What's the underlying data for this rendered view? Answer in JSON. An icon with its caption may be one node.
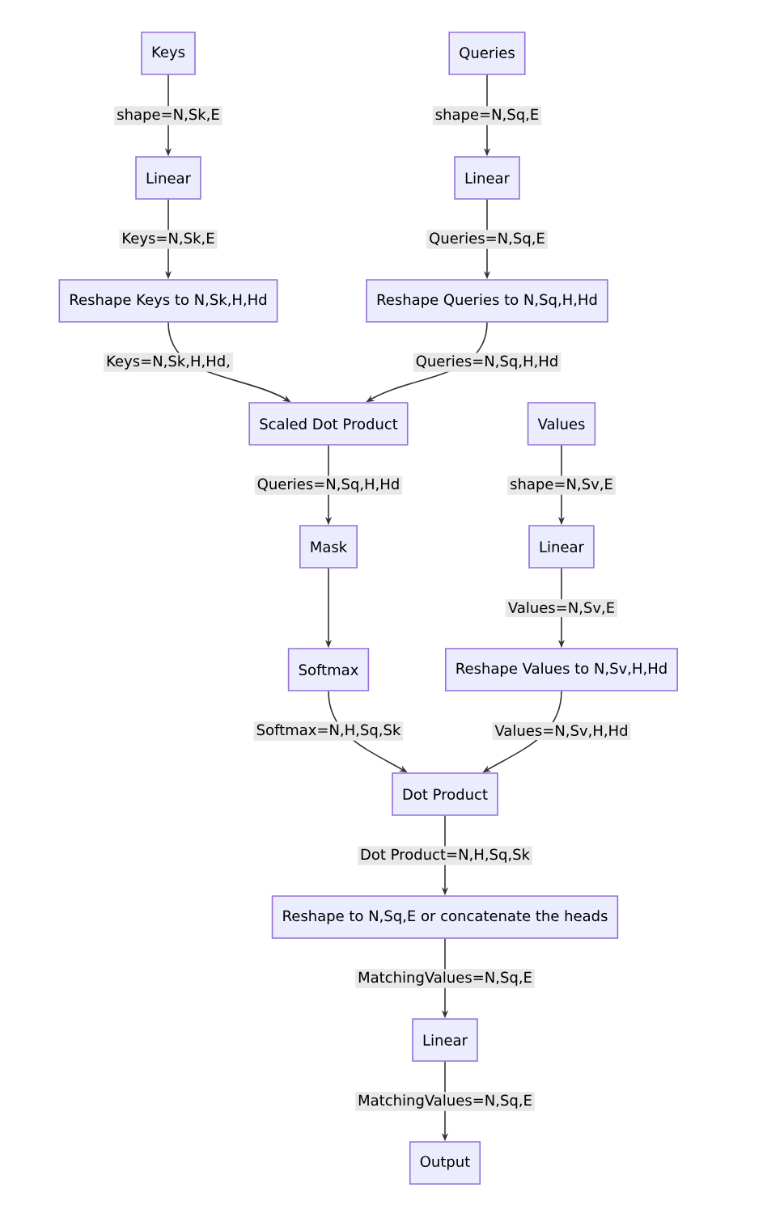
{
  "diagram": {
    "nodes": [
      {
        "text": [
          "Keys"
        ]
      },
      {
        "text": [
          "Queries"
        ]
      },
      {
        "text": [
          "Linear"
        ]
      },
      {
        "text": [
          "Linear"
        ]
      },
      {
        "text": [
          "Reshape Keys to N,Sk,H,Hd"
        ]
      },
      {
        "text": [
          "Reshape Queries to N,Sq,H,Hd"
        ]
      },
      {
        "text": [
          "Scaled Dot Product"
        ]
      },
      {
        "text": [
          "Values"
        ]
      },
      {
        "text": [
          "Mask"
        ]
      },
      {
        "text": [
          "Linear"
        ]
      },
      {
        "text": [
          "Softmax"
        ]
      },
      {
        "text": [
          "Reshape Values to N,Sv,H,Hd"
        ]
      },
      {
        "text": [
          "Dot Product"
        ]
      },
      {
        "text": [
          "Reshape to N,Sq,E or concatenate the heads"
        ]
      },
      {
        "text": [
          "Linear"
        ]
      },
      {
        "text": [
          "Output"
        ]
      }
    ],
    "edges": [
      {
        "from": 0,
        "to": 2,
        "arrow": "to",
        "label": "shape=N,Sk,E"
      },
      {
        "from": 1,
        "to": 3,
        "arrow": "to",
        "label": "shape=N,Sq,E"
      },
      {
        "from": 2,
        "to": 4,
        "arrow": "to",
        "label": "Keys=N,Sk,E"
      },
      {
        "from": 3,
        "to": 5,
        "arrow": "to",
        "label": "Queries=N,Sq,E"
      },
      {
        "from": 4,
        "to": 6,
        "arrow": "to",
        "label": "Keys=N,Sk,H,Hd,"
      },
      {
        "from": 5,
        "to": 6,
        "arrow": "to",
        "label": "Queries=N,Sq,H,Hd"
      },
      {
        "from": 6,
        "to": 8,
        "arrow": "to",
        "label": "Queries=N,Sq,H,Hd"
      },
      {
        "from": 7,
        "to": 9,
        "arrow": "to",
        "label": "shape=N,Sv,E"
      },
      {
        "from": 8,
        "to": 10,
        "arrow": "to"
      },
      {
        "from": 9,
        "to": 11,
        "arrow": "to",
        "label": "Values=N,Sv,E"
      },
      {
        "from": 10,
        "to": 12,
        "arrow": "to",
        "label": "Softmax=N,H,Sq,Sk"
      },
      {
        "from": 11,
        "to": 12,
        "arrow": "to",
        "label": "Values=N,Sv,H,Hd"
      },
      {
        "from": 12,
        "to": 13,
        "arrow": "to",
        "label": "Dot Product=N,H,Sq,Sk"
      },
      {
        "from": 13,
        "to": 14,
        "arrow": "to",
        "label": "MatchingValues=N,Sq,E"
      },
      {
        "from": 14,
        "to": 15,
        "arrow": "to",
        "label": "MatchingValues=N,Sq,E"
      }
    ]
  }
}
